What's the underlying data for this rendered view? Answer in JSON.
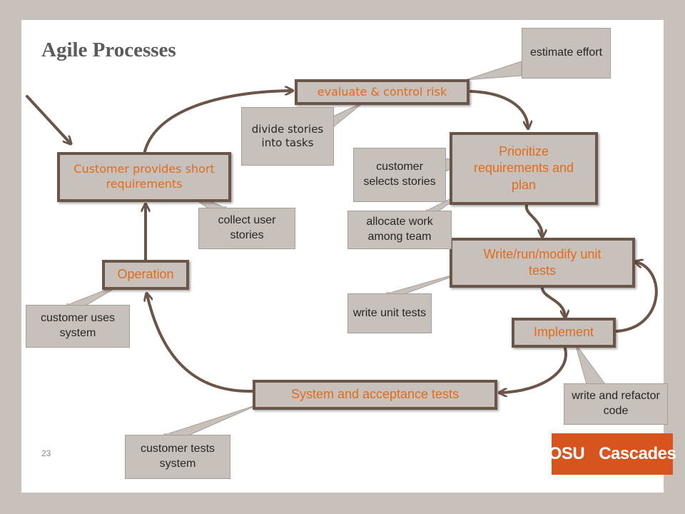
{
  "title": "Agile Processes",
  "slide_number": "23",
  "process_boxes": {
    "customer_requirements": "Customer provides short requirements",
    "evaluate_risk": "evaluate & control risk",
    "prioritize": "Prioritize requirements and plan",
    "unit_tests": "Write/run/modify unit tests",
    "implement": "Implement",
    "acceptance_tests": "System and acceptance tests",
    "operation": "Operation"
  },
  "notes": {
    "estimate_effort": "estimate effort",
    "divide_stories": "divide stories into tasks",
    "customer_selects": "customer selects stories",
    "allocate_work": "allocate work among team",
    "collect_stories": "collect user stories",
    "write_unit_tests": "write unit tests",
    "customer_uses": "customer uses system",
    "write_refactor": "write and refactor code",
    "customer_tests": "customer tests system"
  },
  "logo": {
    "left": "OSU",
    "right": "Cascades"
  },
  "colors": {
    "box_fill": "#c8c1bb",
    "box_border": "#6a5548",
    "process_text": "#e06c1c",
    "arrow": "#6a5548",
    "logo": "#d7541e"
  }
}
